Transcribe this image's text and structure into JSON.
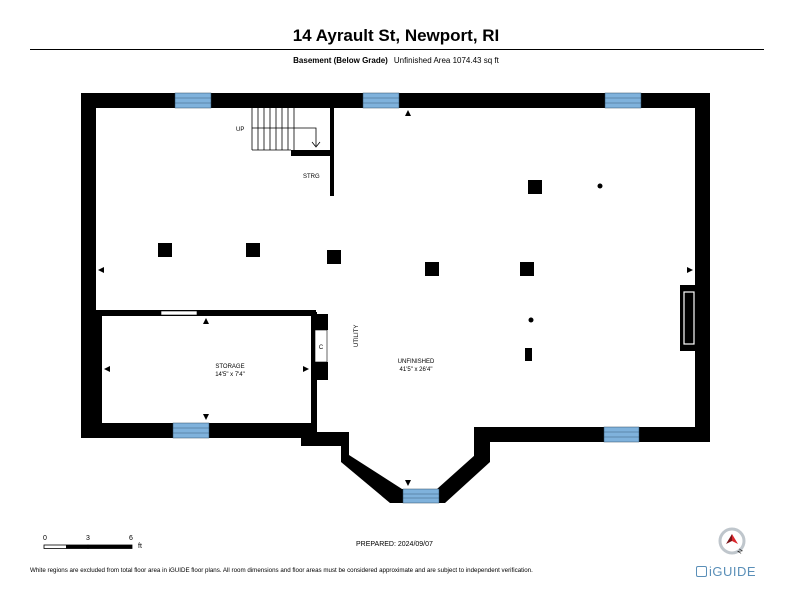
{
  "header": {
    "address": "14 Ayrault St, Newport, RI",
    "level": "Basement (Below Grade)",
    "area": "Unfinished Area 1074.43 sq ft"
  },
  "rooms": {
    "up": "UP",
    "strg": "STRG",
    "utility": "UTILITY",
    "unfinished_name": "UNFINISHED",
    "unfinished_dims": "41'5\" x 26'4\"",
    "storage_name": "STORAGE",
    "storage_dims": "14'5\" x 7'4\"",
    "closet": "C"
  },
  "scale": {
    "t0": "0",
    "t3": "3",
    "t6": "6",
    "unit": "ft"
  },
  "footer": {
    "prepared": "PREPARED: 2024/09/07",
    "disclaimer": "White regions are excluded from total floor area in iGUIDE floor plans. All room dimensions and floor areas must be considered approximate and are subject to independent verification.",
    "brand": "iGUIDE"
  },
  "colors": {
    "wall": "#000000",
    "window": "#7fb2dc",
    "brand": "#5a8fb8",
    "compass": "#d9262c"
  },
  "icons": {
    "compass": "compass-icon",
    "brand": "iguide-logo-icon"
  }
}
